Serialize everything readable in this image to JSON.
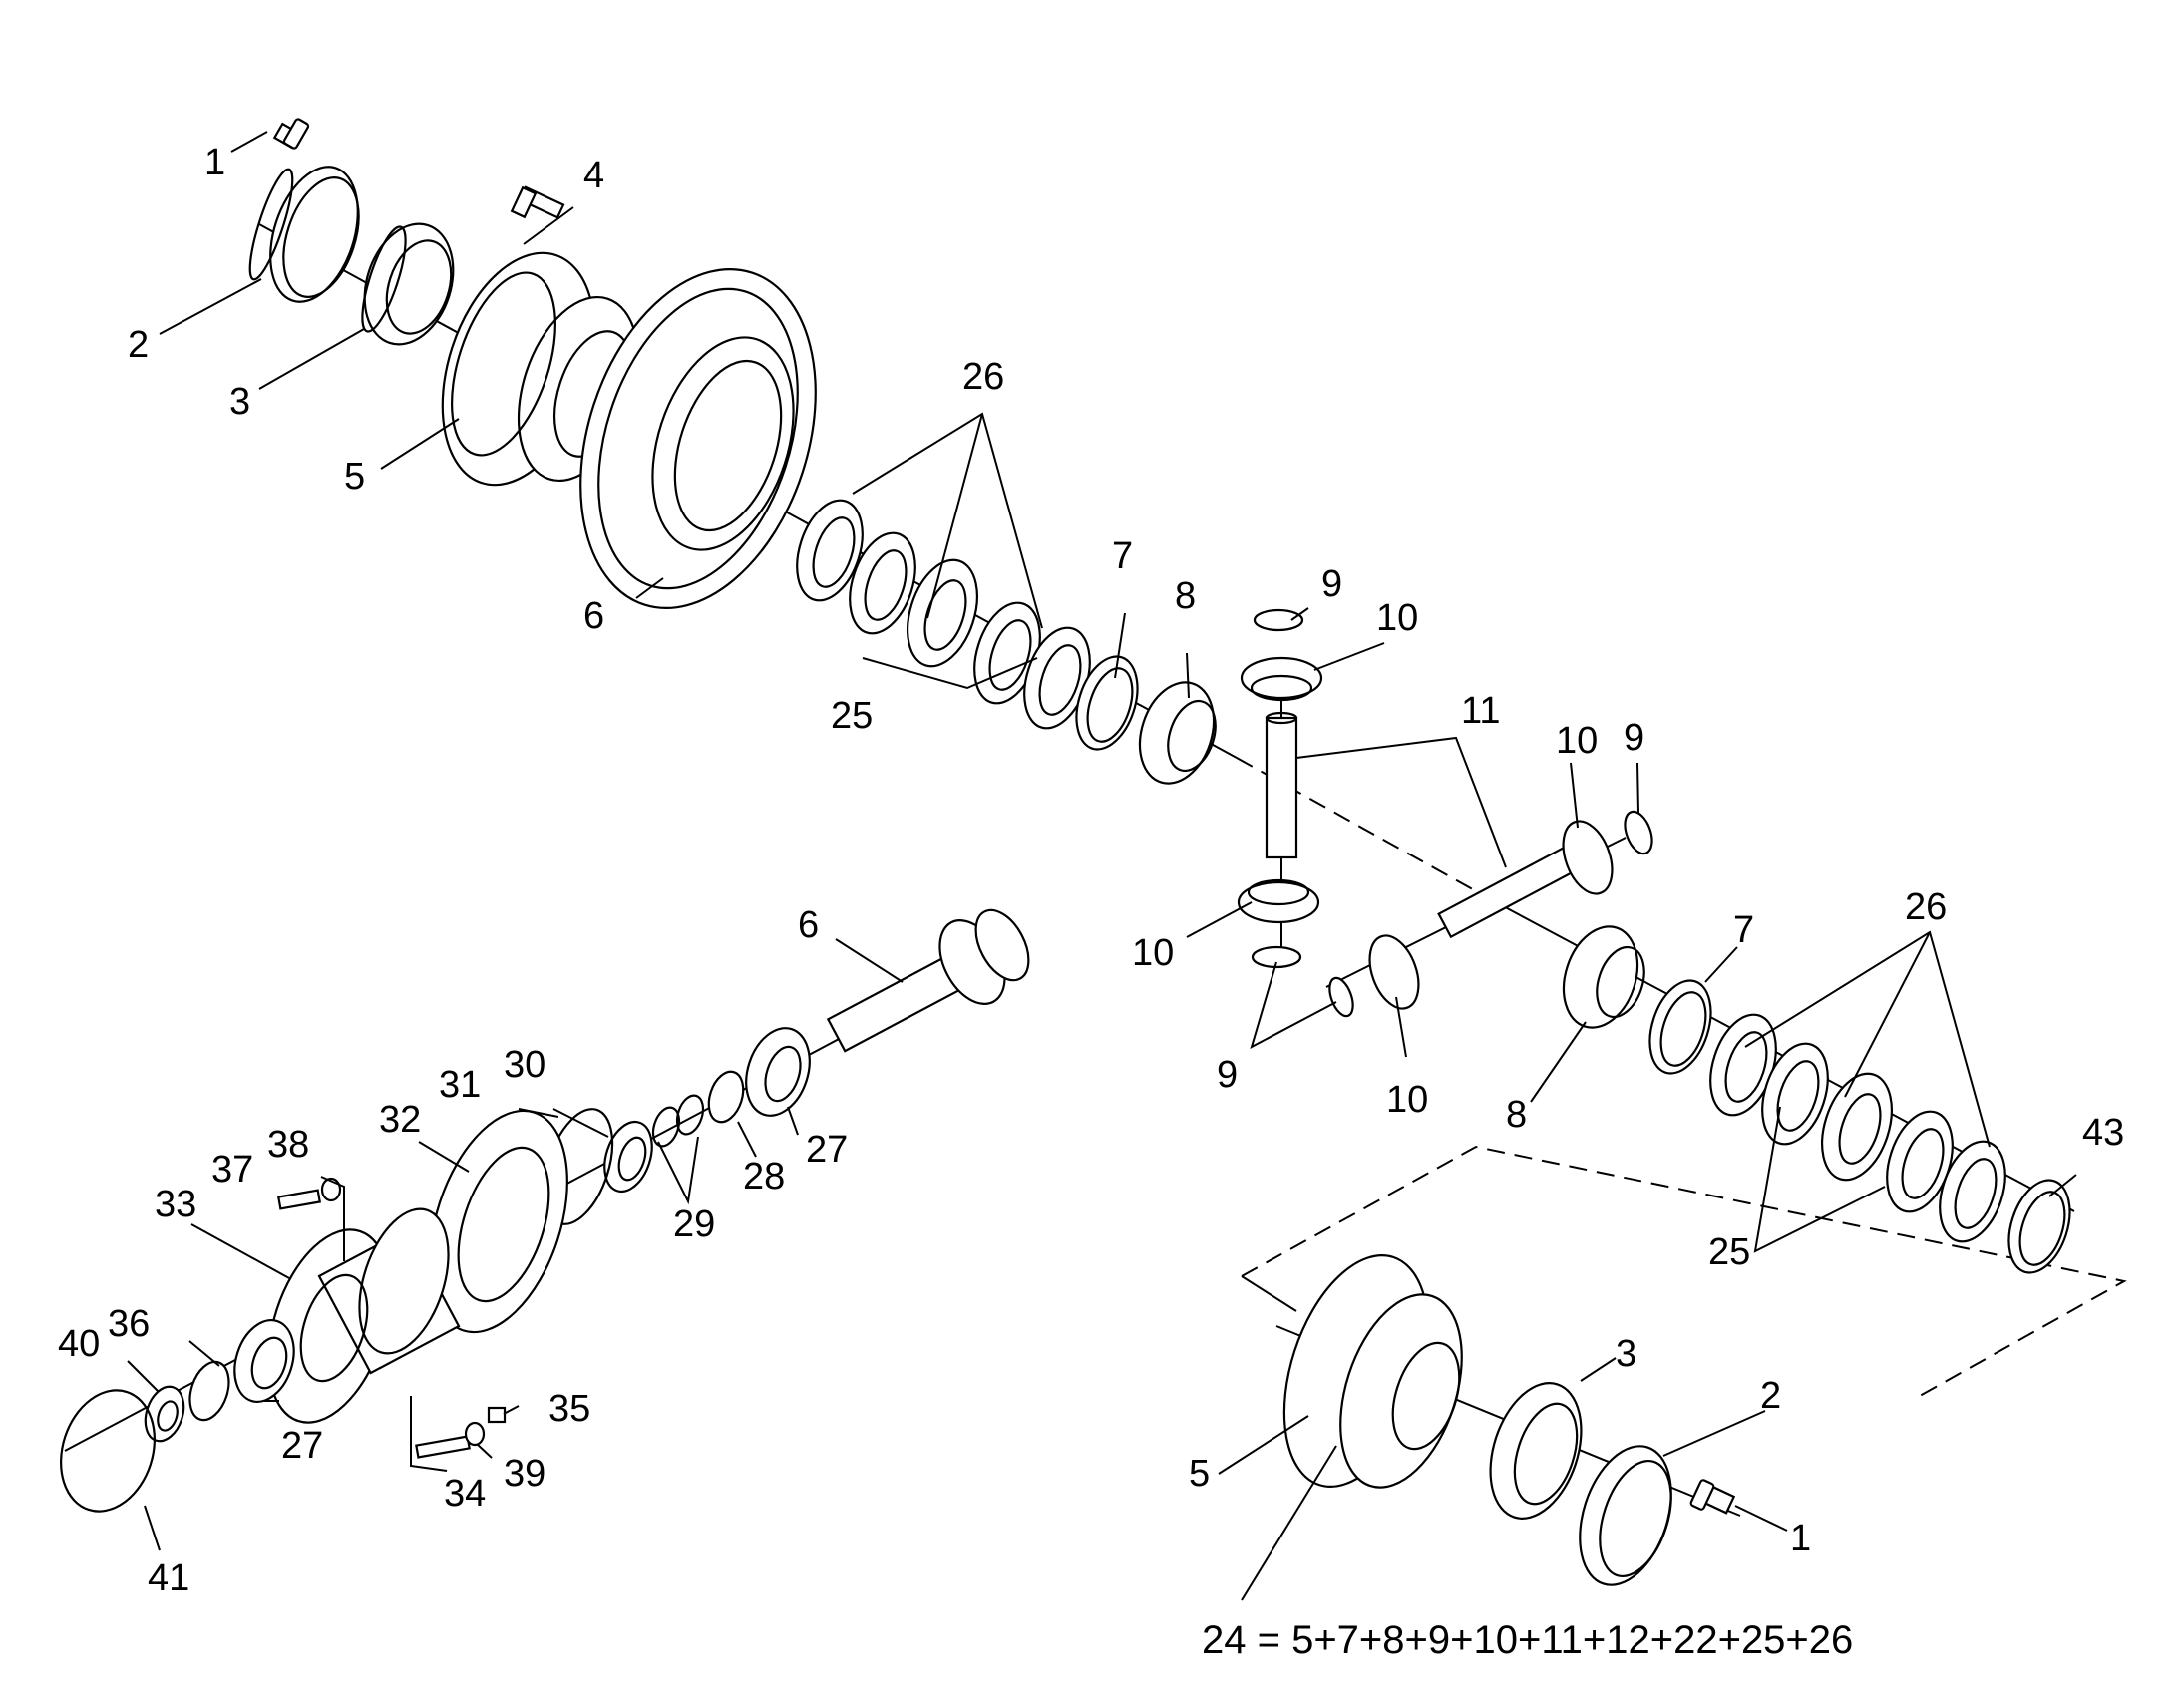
{
  "labels": {
    "l1a": "1",
    "l2a": "2",
    "l3a": "3",
    "l4": "4",
    "l5a": "5",
    "l6a": "6",
    "l26a": "26",
    "l25a": "25",
    "l7a": "7",
    "l8a": "8",
    "l9a": "9",
    "l10a": "10",
    "l11": "11",
    "l10b": "10",
    "l9b": "9",
    "l10c": "10",
    "l9c": "9",
    "l10d": "10",
    "l8b": "8",
    "l7b": "7",
    "l26b": "26",
    "l25b": "25",
    "l43": "43",
    "l6b": "6",
    "l30": "30",
    "l31": "31",
    "l32": "32",
    "l27a": "27",
    "l28": "28",
    "l29": "29",
    "l38": "38",
    "l37": "37",
    "l33": "33",
    "l36": "36",
    "l40": "40",
    "l27b": "27",
    "l35": "35",
    "l34": "34",
    "l39": "39",
    "l41": "41",
    "l3b": "3",
    "l2b": "2",
    "l5b": "5",
    "l1b": "1",
    "l24": "24"
  },
  "kit_formula": "24 = 5+7+8+9+10+11+12+22+25+26"
}
